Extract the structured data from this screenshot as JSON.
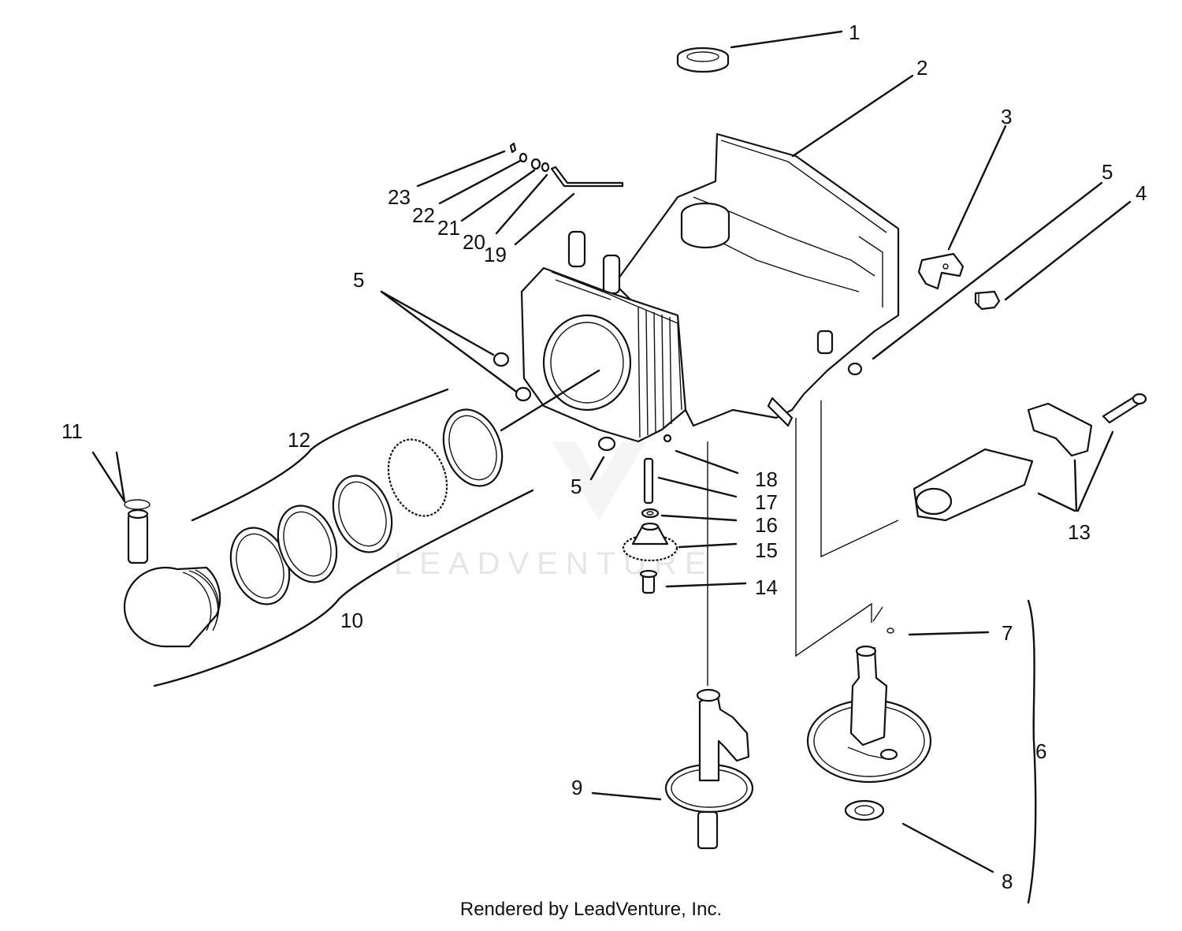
{
  "diagram": {
    "labels": {
      "l1": "1",
      "l2": "2",
      "l3": "3",
      "l4": "4",
      "l5a": "5",
      "l5b": "5",
      "l5c": "5",
      "l6": "6",
      "l7": "7",
      "l8": "8",
      "l9": "9",
      "l10": "10",
      "l11": "11",
      "l12": "12",
      "l13": "13",
      "l14": "14",
      "l15": "15",
      "l16": "16",
      "l17": "17",
      "l18": "18",
      "l19": "19",
      "l20": "20",
      "l21": "21",
      "l22": "22",
      "l23": "23"
    },
    "watermark": "LEADVENTURE"
  },
  "footer": {
    "credit": "Rendered by LeadVenture, Inc."
  }
}
